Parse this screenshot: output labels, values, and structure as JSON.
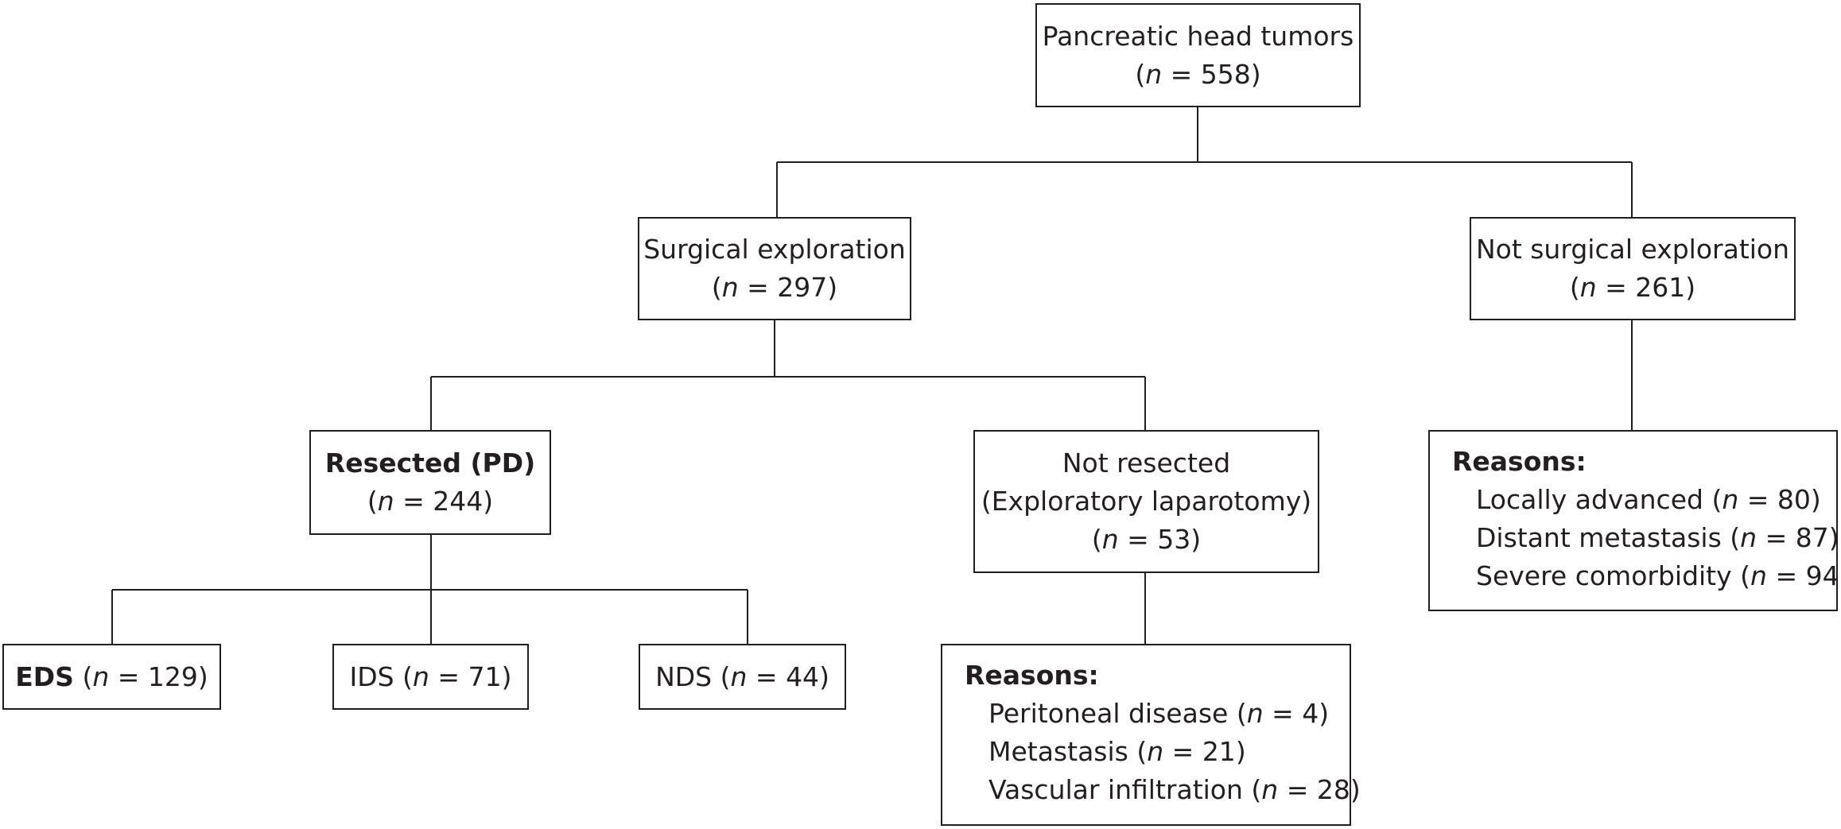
{
  "nodes": {
    "root": {
      "title": "Pancreatic head tumors",
      "n": "558"
    },
    "explored": {
      "title": "Surgical exploration",
      "n": "297"
    },
    "not_explored": {
      "title": "Not surgical exploration",
      "n": "261"
    },
    "resected": {
      "title": "Resected (PD)",
      "n": "244"
    },
    "not_resected": {
      "title_line1": "Not resected",
      "title_line2": "(Exploratory laparotomy)",
      "n": "53"
    },
    "eds": {
      "label": "EDS",
      "n": "129"
    },
    "ids": {
      "label": "IDS",
      "n": "71"
    },
    "nds": {
      "label": "NDS",
      "n": "44"
    }
  },
  "not_resected_reasons": {
    "heading": "Reasons:",
    "items": [
      {
        "label": "Peritoneal disease",
        "n": "4"
      },
      {
        "label": "Metastasis",
        "n": "21"
      },
      {
        "label": "Vascular infiltration",
        "n": "28"
      }
    ]
  },
  "not_explored_reasons": {
    "heading": "Reasons:",
    "items": [
      {
        "label": "Locally advanced",
        "n": "80"
      },
      {
        "label": "Distant metastasis",
        "n": "87"
      },
      {
        "label": "Severe comorbidity",
        "n": "94"
      }
    ]
  },
  "symbols": {
    "n": "n",
    "equals": "=",
    "open_paren": "(",
    "close_paren": ")"
  }
}
